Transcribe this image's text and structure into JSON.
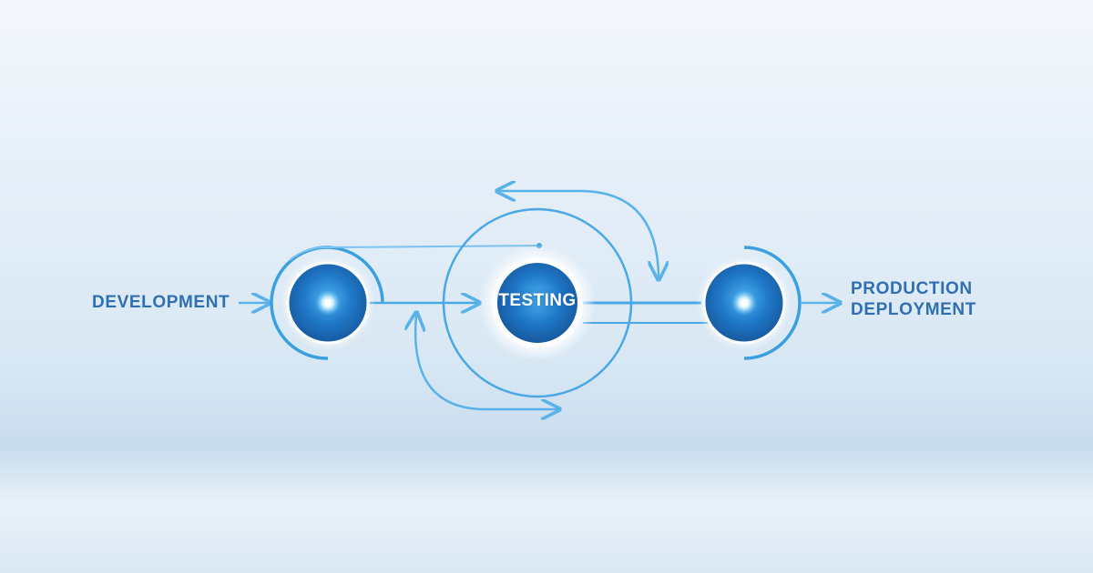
{
  "colors": {
    "accent": "#3aa0e0",
    "line": "#5ab2ea",
    "text": "#2f6fb2",
    "node_core": "#1f78c8",
    "glow": "#ffffff"
  },
  "stages": {
    "development": "DEVELOPMENT",
    "testing": "TESTING",
    "production_line1": "PRODUCTION",
    "production_line2": "DEPLOYMENT"
  }
}
